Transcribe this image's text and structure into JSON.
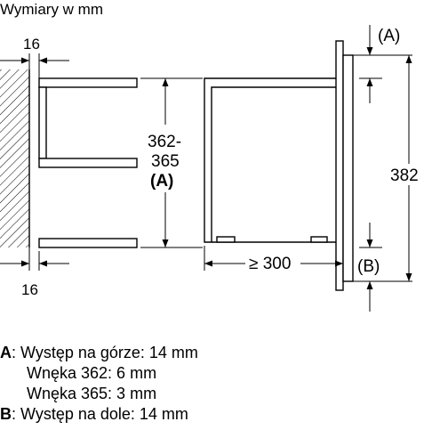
{
  "title": "Wymiary w mm",
  "dimensions": {
    "wall_gap_top": "16",
    "wall_gap_bottom": "16",
    "niche_height_line1": "362-",
    "niche_height_line2": "365",
    "niche_height_ref": "(A)",
    "depth": "≥ 300",
    "total_height": "382",
    "ref_a": "(A)",
    "ref_b": "(B)"
  },
  "notes": {
    "a_key": "A",
    "a_text": ": Występ na górze: 14 mm",
    "a_sub1": "Wnęka 362: 6 mm",
    "a_sub2": "Wnęka 365: 3 mm",
    "b_key": "B",
    "b_text": ": Występ na dole: 14 mm"
  }
}
